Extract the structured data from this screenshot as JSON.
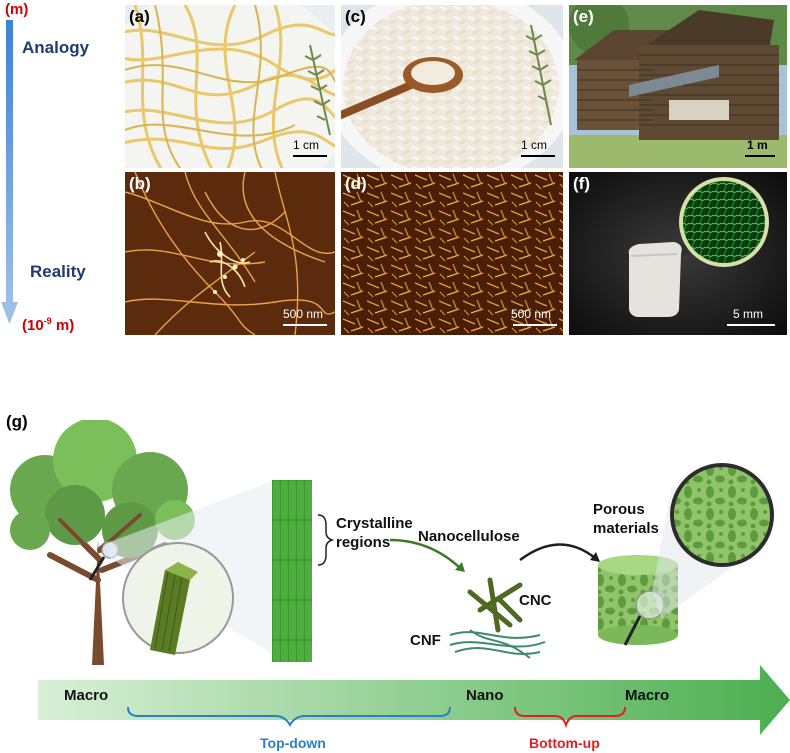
{
  "scale_axis": {
    "top_unit": "(m)",
    "bottom_unit_prefix": "(10",
    "bottom_unit_exp": "-9",
    "bottom_unit_suffix": " m)",
    "top_label": "Analogy",
    "bottom_label": "Reality"
  },
  "panels": [
    {
      "label": "(a)",
      "scale": "1 cm"
    },
    {
      "label": "(b)",
      "scale": "500 nm"
    },
    {
      "label": "(c)",
      "scale": "1 cm"
    },
    {
      "label": "(d)",
      "scale": "500 nm"
    },
    {
      "label": "(e)",
      "scale": "1 m"
    },
    {
      "label": "(f)",
      "scale": "5 mm"
    }
  ],
  "diagram": {
    "label": "(g)",
    "crystalline": "Crystalline\nregions",
    "nanocellulose": "Nanocellulose",
    "porous": "Porous\nmaterials",
    "cnc": "CNC",
    "cnf": "CNF",
    "arrow_macro_left": "Macro",
    "arrow_nano": "Nano",
    "arrow_macro_right": "Macro",
    "top_down": "Top-down",
    "bottom_up": "Bottom-up"
  },
  "colors": {
    "scale_red": "#d00000",
    "axis_blue": "#1f3b70",
    "top_down_blue": "#2a7fc9",
    "bottom_up_red": "#e02020",
    "arrow_green": "#4caf50"
  }
}
